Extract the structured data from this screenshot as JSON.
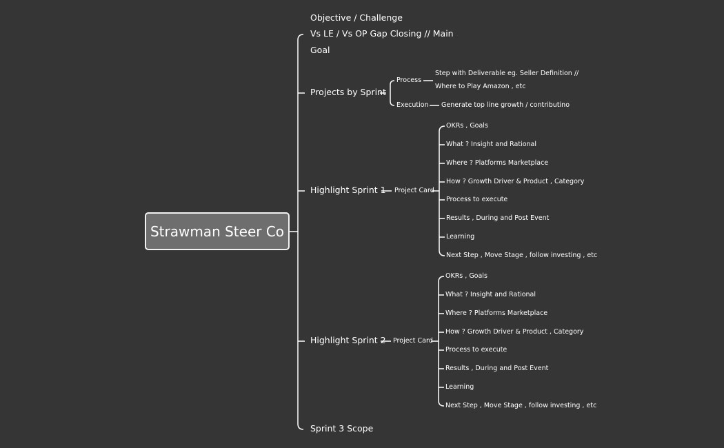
{
  "root": {
    "label": "Strawman Steer Co"
  },
  "branches": {
    "objective": {
      "line1": "Objective / Challenge",
      "line2": "Vs LE / Vs OP Gap Closing // Main",
      "line3": "Goal"
    },
    "projects": {
      "label": "Projects by Sprint",
      "process": {
        "label": "Process",
        "detail_line1": "Step with Deliverable eg. Seller Definition //",
        "detail_line2": "Where to Play Amazon , etc"
      },
      "execution": {
        "label": "Execution",
        "detail": "Generate top line growth / contributino"
      }
    },
    "sprint1": {
      "label": "Highlight Sprint 1",
      "card": "Project Card",
      "items": [
        "OKRs , Goals",
        "What ? Insight and Rational",
        "Where ? Platforms Marketplace",
        "How ? Growth Driver & Product , Category",
        "Process to execute",
        "Results , During and Post Event",
        "Learning",
        "Next Step , Move Stage , follow investing , etc"
      ]
    },
    "sprint2": {
      "label": "Highlight Sprint 2",
      "card": "Project Card",
      "items": [
        "OKRs , Goals",
        "What ? Insight and Rational",
        "Where ? Platforms Marketplace",
        "How ? Growth Driver & Product , Category",
        "Process to execute",
        "Results , During and Post Event",
        "Learning",
        "Next Step , Move Stage , follow investing , etc"
      ]
    },
    "sprint3": {
      "label": "Sprint 3 Scope"
    }
  },
  "colors": {
    "background": "#353535",
    "node": "#6e6e6e",
    "line": "#ffffff"
  }
}
